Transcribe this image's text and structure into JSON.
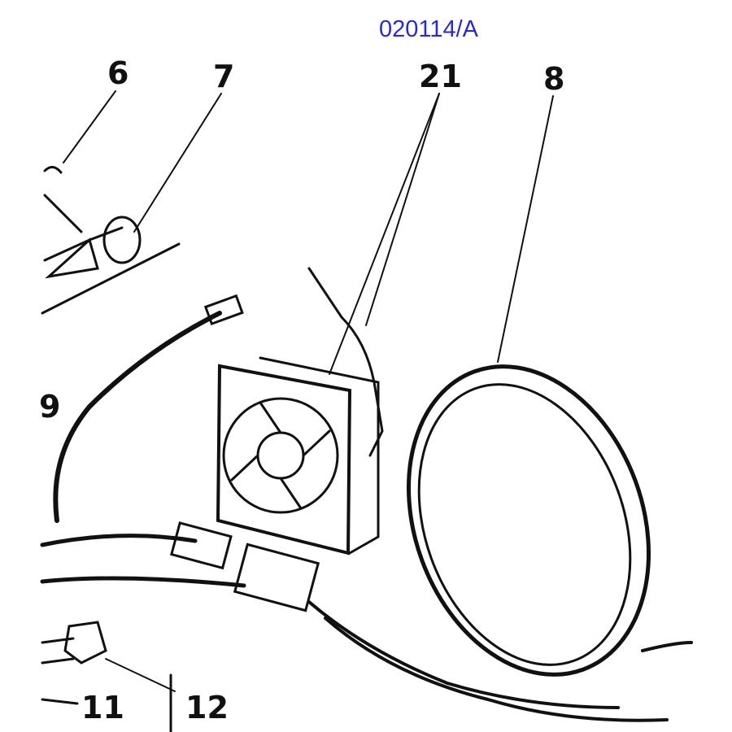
{
  "drawing_ref": "020114/A",
  "callouts": {
    "c6": "6",
    "c7": "7",
    "c21": "21",
    "c8": "8",
    "c9": "9",
    "c11": "11",
    "c12": "12"
  },
  "colors": {
    "ref_text": "#2a2ac8",
    "ink": "#111111"
  }
}
